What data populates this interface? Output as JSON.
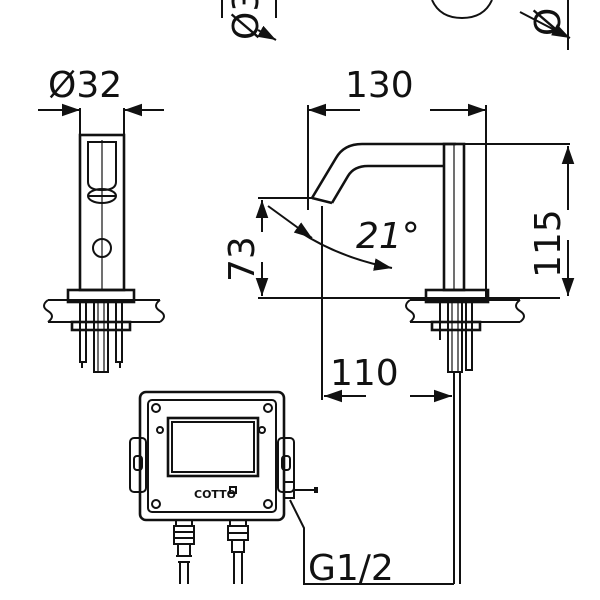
{
  "dimensions": {
    "top_left_diameter": "Ø3",
    "top_right_diameter": "Ø",
    "body_diameter": "Ø32",
    "spout_width": "130",
    "spout_height": "115",
    "spout_outlet_height": "73",
    "spout_angle": "21°",
    "spout_projection": "110",
    "thread": "G1/2"
  },
  "brand": {
    "logo_text": "COTTO"
  },
  "colors": {
    "line": "#111111",
    "background": "#ffffff"
  }
}
